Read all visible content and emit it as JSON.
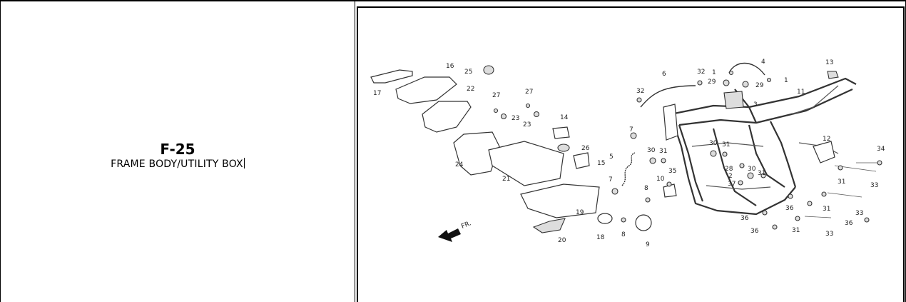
{
  "page": {
    "code": "F-25",
    "subtitle": "FRAME BODY/UTILITY BOX"
  },
  "diagram": {
    "direction_label": "FR.",
    "callouts": [
      {
        "id": "c1a",
        "text": "1"
      },
      {
        "id": "c1b",
        "text": "1"
      },
      {
        "id": "c2",
        "text": "2"
      },
      {
        "id": "c3",
        "text": "3"
      },
      {
        "id": "c4",
        "text": "4"
      },
      {
        "id": "c5",
        "text": "5"
      },
      {
        "id": "c6",
        "text": "6"
      },
      {
        "id": "c7a",
        "text": "7"
      },
      {
        "id": "c7b",
        "text": "7"
      },
      {
        "id": "c8a",
        "text": "8"
      },
      {
        "id": "c8b",
        "text": "8"
      },
      {
        "id": "c9",
        "text": "9"
      },
      {
        "id": "c10",
        "text": "10"
      },
      {
        "id": "c11",
        "text": "11"
      },
      {
        "id": "c12",
        "text": "12"
      },
      {
        "id": "c13",
        "text": "13"
      },
      {
        "id": "c14",
        "text": "14"
      },
      {
        "id": "c15",
        "text": "15"
      },
      {
        "id": "c16",
        "text": "16"
      },
      {
        "id": "c17",
        "text": "17"
      },
      {
        "id": "c18",
        "text": "18"
      },
      {
        "id": "c19",
        "text": "19"
      },
      {
        "id": "c20",
        "text": "20"
      },
      {
        "id": "c21",
        "text": "21"
      },
      {
        "id": "c22",
        "text": "22"
      },
      {
        "id": "c23a",
        "text": "23"
      },
      {
        "id": "c23b",
        "text": "23"
      },
      {
        "id": "c24",
        "text": "24"
      },
      {
        "id": "c25",
        "text": "25"
      },
      {
        "id": "c26",
        "text": "26"
      },
      {
        "id": "c27a",
        "text": "27"
      },
      {
        "id": "c27b",
        "text": "27"
      },
      {
        "id": "c28",
        "text": "28"
      },
      {
        "id": "c29a",
        "text": "29"
      },
      {
        "id": "c29b",
        "text": "29"
      },
      {
        "id": "c30a",
        "text": "30"
      },
      {
        "id": "c30b",
        "text": "30"
      },
      {
        "id": "c30c",
        "text": "30"
      },
      {
        "id": "c31a",
        "text": "31"
      },
      {
        "id": "c31b",
        "text": "31"
      },
      {
        "id": "c31c",
        "text": "31"
      },
      {
        "id": "c31d",
        "text": "31"
      },
      {
        "id": "c31e",
        "text": "31"
      },
      {
        "id": "c31f",
        "text": "31"
      },
      {
        "id": "c32a",
        "text": "32"
      },
      {
        "id": "c32b",
        "text": "32"
      },
      {
        "id": "c33a",
        "text": "33"
      },
      {
        "id": "c33b",
        "text": "33"
      },
      {
        "id": "c33c",
        "text": "33"
      },
      {
        "id": "c34",
        "text": "34"
      },
      {
        "id": "c35",
        "text": "35"
      },
      {
        "id": "c36a",
        "text": "36"
      },
      {
        "id": "c36b",
        "text": "36"
      },
      {
        "id": "c36c",
        "text": "36"
      },
      {
        "id": "c36d",
        "text": "36"
      },
      {
        "id": "c37",
        "text": "37"
      }
    ]
  }
}
